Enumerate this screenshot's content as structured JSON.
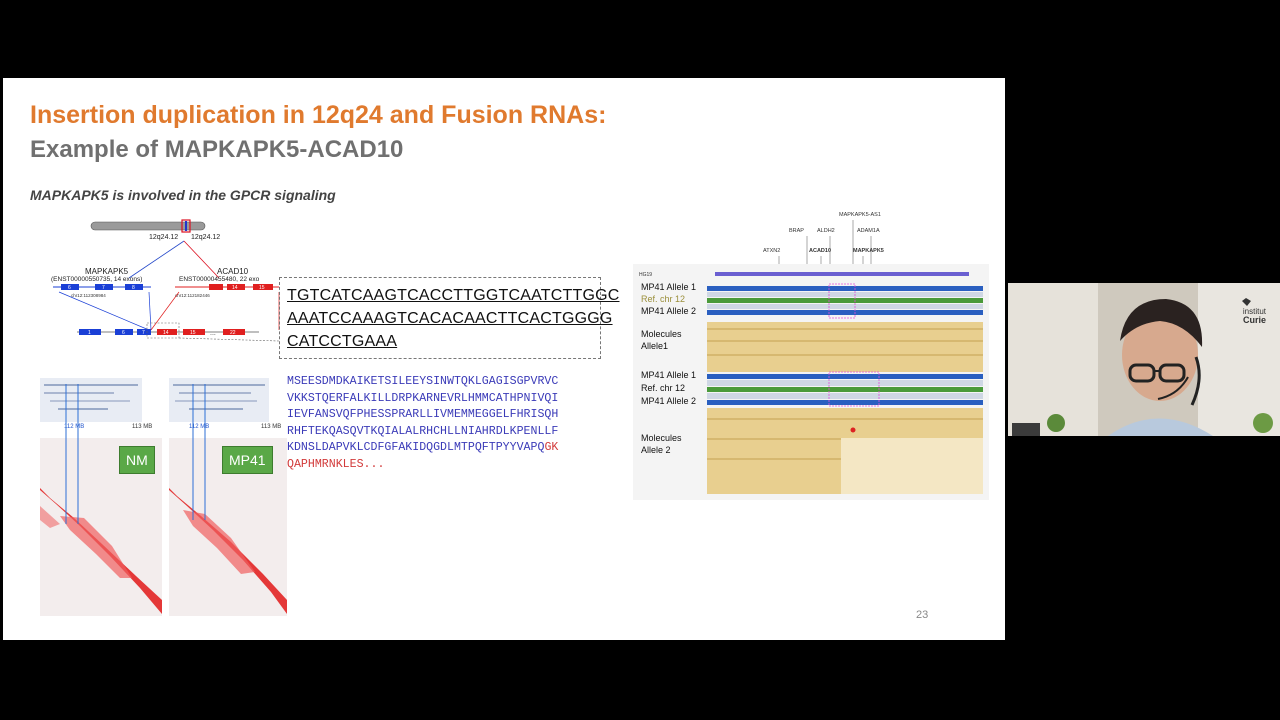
{
  "slide": {
    "title_line1": "Insertion duplication in 12q24 and Fusion RNAs:",
    "title_line2": "Example of MAPKAPK5-ACAD10",
    "subtitle": "MAPKAPK5 is involved in the GPCR signaling",
    "page_number": "23",
    "chromosome": {
      "band_left": "12q24.12",
      "band_right": "12q24.12"
    },
    "genes": {
      "left_name": "MAPKAPK5",
      "left_transcript": "(ENST00000550735, 14 exons)",
      "left_coord": "chr12:112308984",
      "right_name": "ACAD10",
      "right_transcript": "ENST00000455480, 22 exo",
      "right_coord": "chr12:112182446",
      "left_exons": [
        "6",
        "7",
        "8"
      ],
      "right_exons": [
        "14",
        "15"
      ],
      "fusion_exons": [
        "1",
        "6",
        "7",
        "14",
        "15",
        "22"
      ],
      "ellipsis": "..."
    },
    "junction_sequence": [
      "TGTCATCAAGTCACCTTGGTCAATCTTGGC",
      "AAATCCAAAGTCACACAACTTCACTGGGG",
      "CATCCTGAAA"
    ],
    "protein_sequence": {
      "line1": "MSEESDMDKAIKETSILEEYSINWTQKLGAGISGPVRVC",
      "line2": "VKKSTQERFALKILLDRPKARNEVRLHMMCATHPNIVQI",
      "line3": "IEVFANSVQFPHESSPRARLLIVMEMMEGGELFHRISQH",
      "line4": "RHFTEKQASQVTKQIALALRHCHLLNIAHRDLKPENLLF",
      "line5_black": "KDNSLDAPVKLCDFGFAKIDQGDLMTPQFTPYYVAPQ",
      "line5_red": "GK",
      "line6_red": "QAPHMRNKLES..."
    },
    "hic": {
      "left_label": "NM",
      "right_label": "MP41",
      "mb_left": "112 MB",
      "mb_right": "113 MB"
    },
    "genome_browser": {
      "genome_label": "HG19",
      "gene_labels": [
        "MAPKAPK5-AS1",
        "BRAP",
        "ALDH2",
        "ADAM1A",
        "ATXN2",
        "ACAD10",
        "MAPKAPK5"
      ],
      "tracks": {
        "allele1_top": "MP41 Allele 1",
        "ref_top": "Ref. chr 12",
        "allele2_top": "MP41 Allele 2",
        "molecules_allele1_a": "Molecules",
        "molecules_allele1_b": "Allele1",
        "allele1_mid": "MP41 Allele 1",
        "ref_mid": "Ref. chr 12",
        "allele2_mid": "MP41 Allele 2",
        "molecules_allele2_a": "Molecules",
        "molecules_allele2_b": "Allele 2"
      }
    }
  },
  "webcam": {
    "logo_line1": "institut",
    "logo_line2": "Curie"
  },
  "colors": {
    "title_orange": "#e07a2e",
    "title_gray": "#707070",
    "protein_blue": "#3b3bb8",
    "protein_red": "#d23a3a",
    "label_green": "#5aa847",
    "exon_blue": "#1a3fd6",
    "exon_red": "#e01f1f",
    "ref_green": "#4a9a3a",
    "molecule_tan": "#e8cf8f"
  }
}
